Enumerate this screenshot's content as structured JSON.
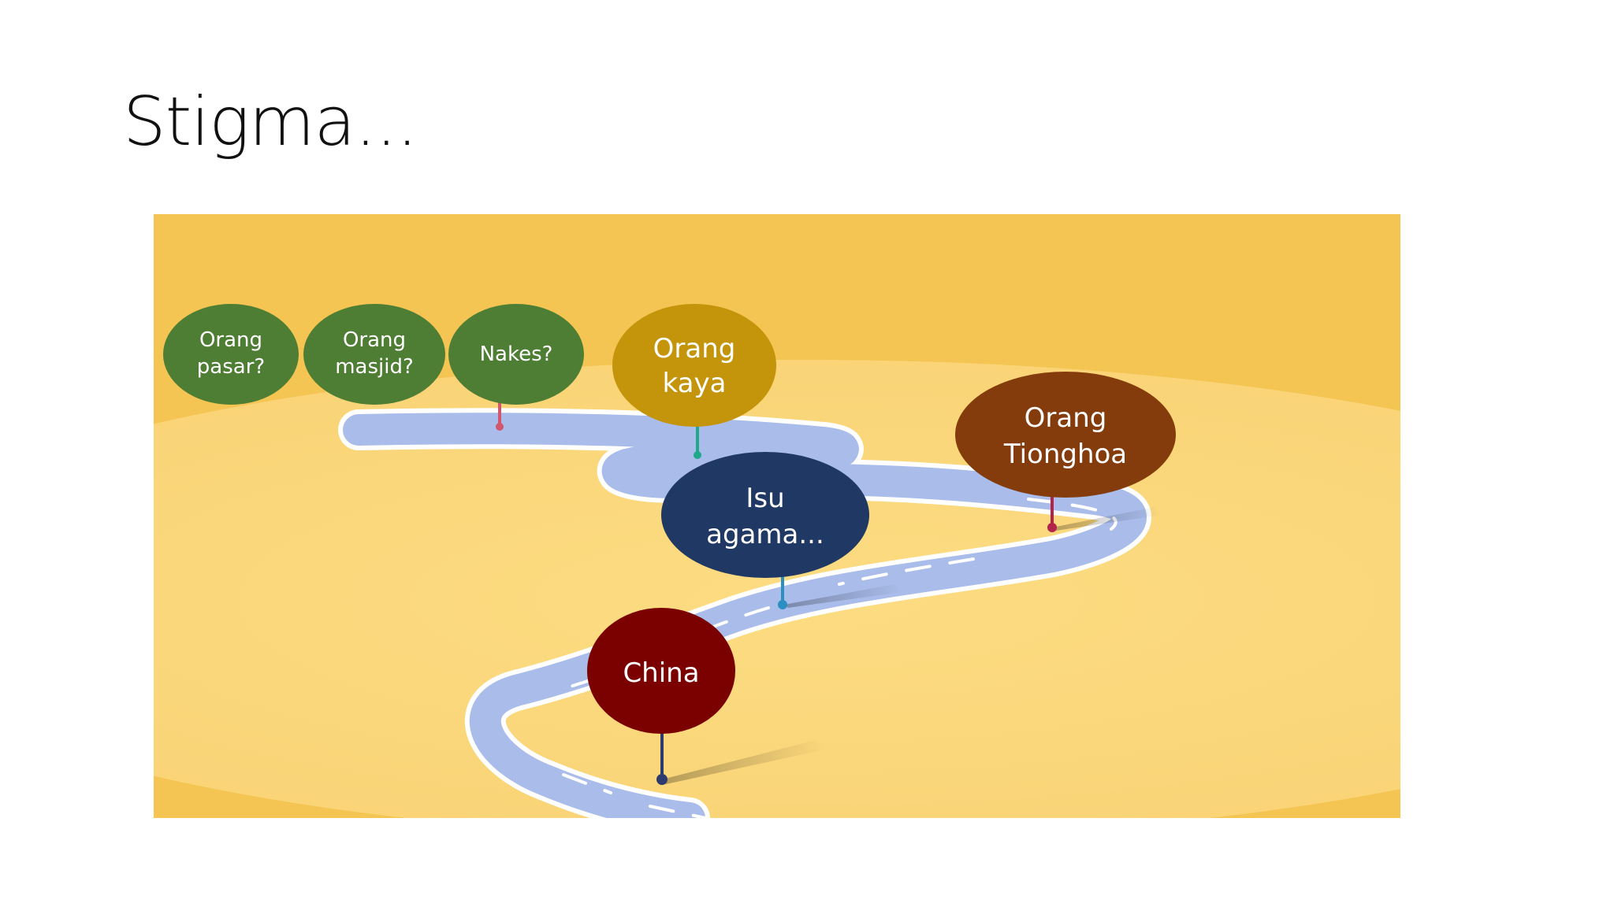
{
  "slide": {
    "title": "Stigma..."
  },
  "colors": {
    "background": "#ffffff",
    "scene_sky": "#f4c553",
    "scene_ground": "#fbd87a",
    "road": "#a9bcea",
    "road_edge": "#ffffff",
    "green": "#4e7d34",
    "gold": "#c4940a",
    "navy": "#1f3864",
    "brown": "#843c0c",
    "maroon": "#7b0000"
  },
  "labels": [
    {
      "id": "orang-pasar",
      "lines": [
        "Orang",
        "pasar?"
      ],
      "color": "#4e7d34",
      "pin_color": "#4e7d34"
    },
    {
      "id": "orang-masjid",
      "lines": [
        "Orang",
        "masjid?"
      ],
      "color": "#4e7d34",
      "pin_color": "#4e7d34"
    },
    {
      "id": "nakes",
      "lines": [
        "Nakes?"
      ],
      "color": "#4e7d34",
      "pin_color": "#d2566e"
    },
    {
      "id": "orang-kaya",
      "lines": [
        "Orang",
        "kaya"
      ],
      "color": "#c4940a",
      "pin_color": "#1fa88a"
    },
    {
      "id": "isu-agama",
      "lines": [
        "Isu",
        "agama..."
      ],
      "color": "#1f3864",
      "pin_color": "#2c8fc2"
    },
    {
      "id": "orang-tionghoa",
      "lines": [
        "Orang",
        "Tionghoa"
      ],
      "color": "#843c0c",
      "pin_color": "#b3244a"
    },
    {
      "id": "china",
      "lines": [
        "China"
      ],
      "color": "#7b0000",
      "pin_color": "#2c3a6e"
    }
  ]
}
